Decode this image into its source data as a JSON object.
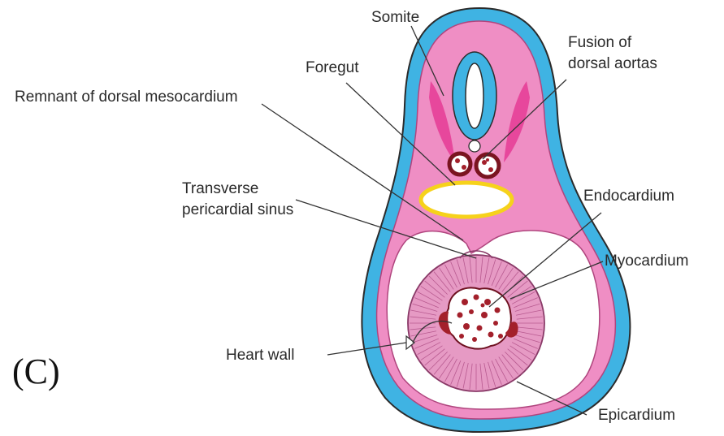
{
  "panel_letter": "(C)",
  "labels": {
    "somite": "Somite",
    "fusion_line1": "Fusion of",
    "fusion_line2": "dorsal aortas",
    "foregut": "Foregut",
    "remnant_dorsal_mesocardium": "Remnant of dorsal mesocardium",
    "transverse_line1": "Transverse",
    "transverse_line2": "pericardial sinus",
    "endocardium": "Endocardium",
    "myocardium": "Myocardium",
    "heart_wall": "Heart wall",
    "epicardium": "Epicardium"
  },
  "colors": {
    "ectoderm_blue": "#3fb3e3",
    "mesoderm_pink": "#ef8ec4",
    "somite_magenta": "#e7479c",
    "cavity_white": "#ffffff",
    "foregut_yellow": "#f6d21b",
    "blood_red": "#a3202b",
    "myocardium_pink": "#e69ac4",
    "outline": "#2b2b2b"
  }
}
